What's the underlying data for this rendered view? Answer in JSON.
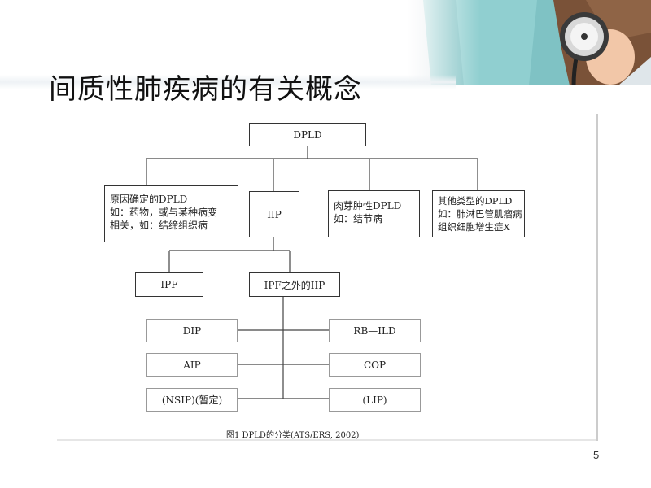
{
  "slide": {
    "title": "间质性肺疾病的有关概念",
    "page_number": "5"
  },
  "diagram": {
    "root": "DPLD",
    "level2": {
      "known_cause": [
        "原因确定的DPLD",
        "如：药物，或与某种病变",
        "相关，如：结缔组织病"
      ],
      "iip": "IIP",
      "granulomatous": [
        "肉芽肿性DPLD",
        "如：结节病"
      ],
      "other": [
        "其他类型的DPLD",
        "如：肺淋巴管肌瘤病",
        "组织细胞增生症X"
      ]
    },
    "level3": {
      "ipf": "IPF",
      "non_ipf": "IPF之外的IIP"
    },
    "level4": {
      "dip": "DIP",
      "rb_ild": "RB—ILD",
      "aip": "AIP",
      "cop": "COP",
      "nsip": "(NSIP)(暂定)",
      "lip": "(LIP)"
    },
    "caption": "图1   DPLD的分类(ATS/ERS, 2002)"
  }
}
